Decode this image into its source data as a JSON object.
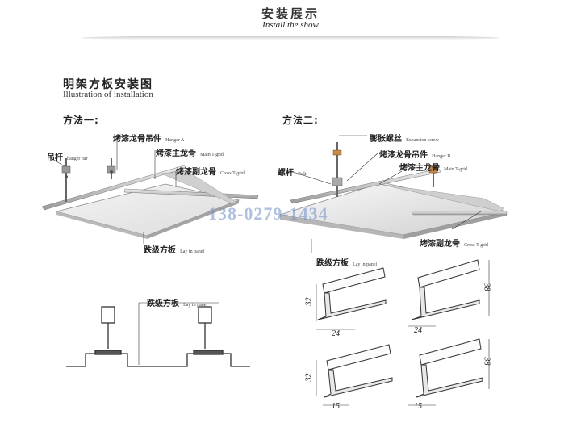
{
  "header": {
    "title": "安装展示",
    "subtitle": "Install the show"
  },
  "section": {
    "title_cn": "明架方板安装图",
    "title_en": "Illustration of installation"
  },
  "method1": {
    "title": "方法一:",
    "labels": {
      "hanger_cn": "烤漆龙骨吊件",
      "hanger_en": "Hanger A",
      "rod_cn": "吊杆",
      "rod_en": "hanger bar",
      "main_cn": "烤漆主龙骨",
      "main_en": "Main T-grid",
      "cross_cn": "烤漆副龙骨",
      "cross_en": "Cross T-grid",
      "panel_cn": "跌级方板",
      "panel_en": "Lay in panel"
    }
  },
  "method2": {
    "title": "方法二:",
    "labels": {
      "bolt_exp_cn": "膨胀螺丝",
      "bolt_exp_en": "Expansion screw",
      "hanger_cn": "烤漆龙骨吊件",
      "hanger_en": "Hanger B",
      "bolt_cn": "螺杆",
      "bolt_en": "Bolt",
      "main_cn": "烤漆主龙骨",
      "main_en": "Main T-grid",
      "cross_cn": "烤漆副龙骨",
      "cross_en": "Cross T-grid",
      "panel_cn": "跌级方板",
      "panel_en": "Lay in panel"
    }
  },
  "section_view": {
    "panel_cn": "跌级方板",
    "panel_en": "Lay in panel"
  },
  "watermark": "138-0279-1434",
  "profiles": {
    "dims": [
      "32",
      "24",
      "38",
      "24",
      "32",
      "15",
      "38",
      "15"
    ]
  }
}
